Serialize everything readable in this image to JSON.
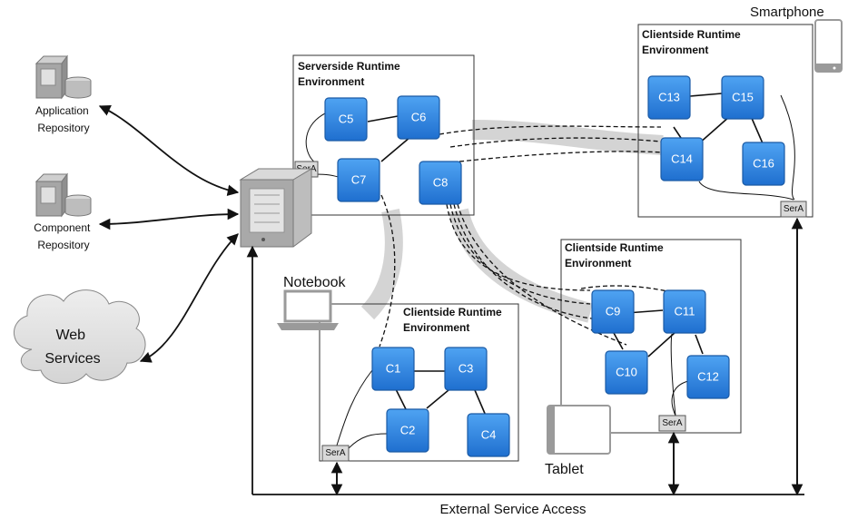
{
  "labels": {
    "application_repository": [
      "Application",
      "Repository"
    ],
    "component_repository": [
      "Component",
      "Repository"
    ],
    "web_services": [
      "Web",
      "Services"
    ],
    "notebook": "Notebook",
    "smartphone": "Smartphone",
    "tablet": "Tablet",
    "external_service_access": "External Service Access",
    "sera": "SerA"
  },
  "environments": {
    "server": [
      "Serverside Runtime",
      "Environment"
    ],
    "client_smartphone": [
      "Clientside Runtime",
      "Environment"
    ],
    "client_notebook": [
      "Clientside Runtime",
      "Environment"
    ],
    "client_tablet": [
      "Clientside Runtime",
      "Environment"
    ]
  },
  "components": {
    "c1": "C1",
    "c2": "C2",
    "c3": "C3",
    "c4": "C4",
    "c5": "C5",
    "c6": "C6",
    "c7": "C7",
    "c8": "C8",
    "c9": "C9",
    "c10": "C10",
    "c11": "C11",
    "c12": "C12",
    "c13": "C13",
    "c14": "C14",
    "c15": "C15",
    "c16": "C16"
  },
  "colors": {
    "component_fill": "#2f86e0",
    "component_stroke": "#1b5ea8",
    "band": "#d0d0d0",
    "sera_fill": "#d9d9d9",
    "device_gray": "#9a9a9a"
  }
}
